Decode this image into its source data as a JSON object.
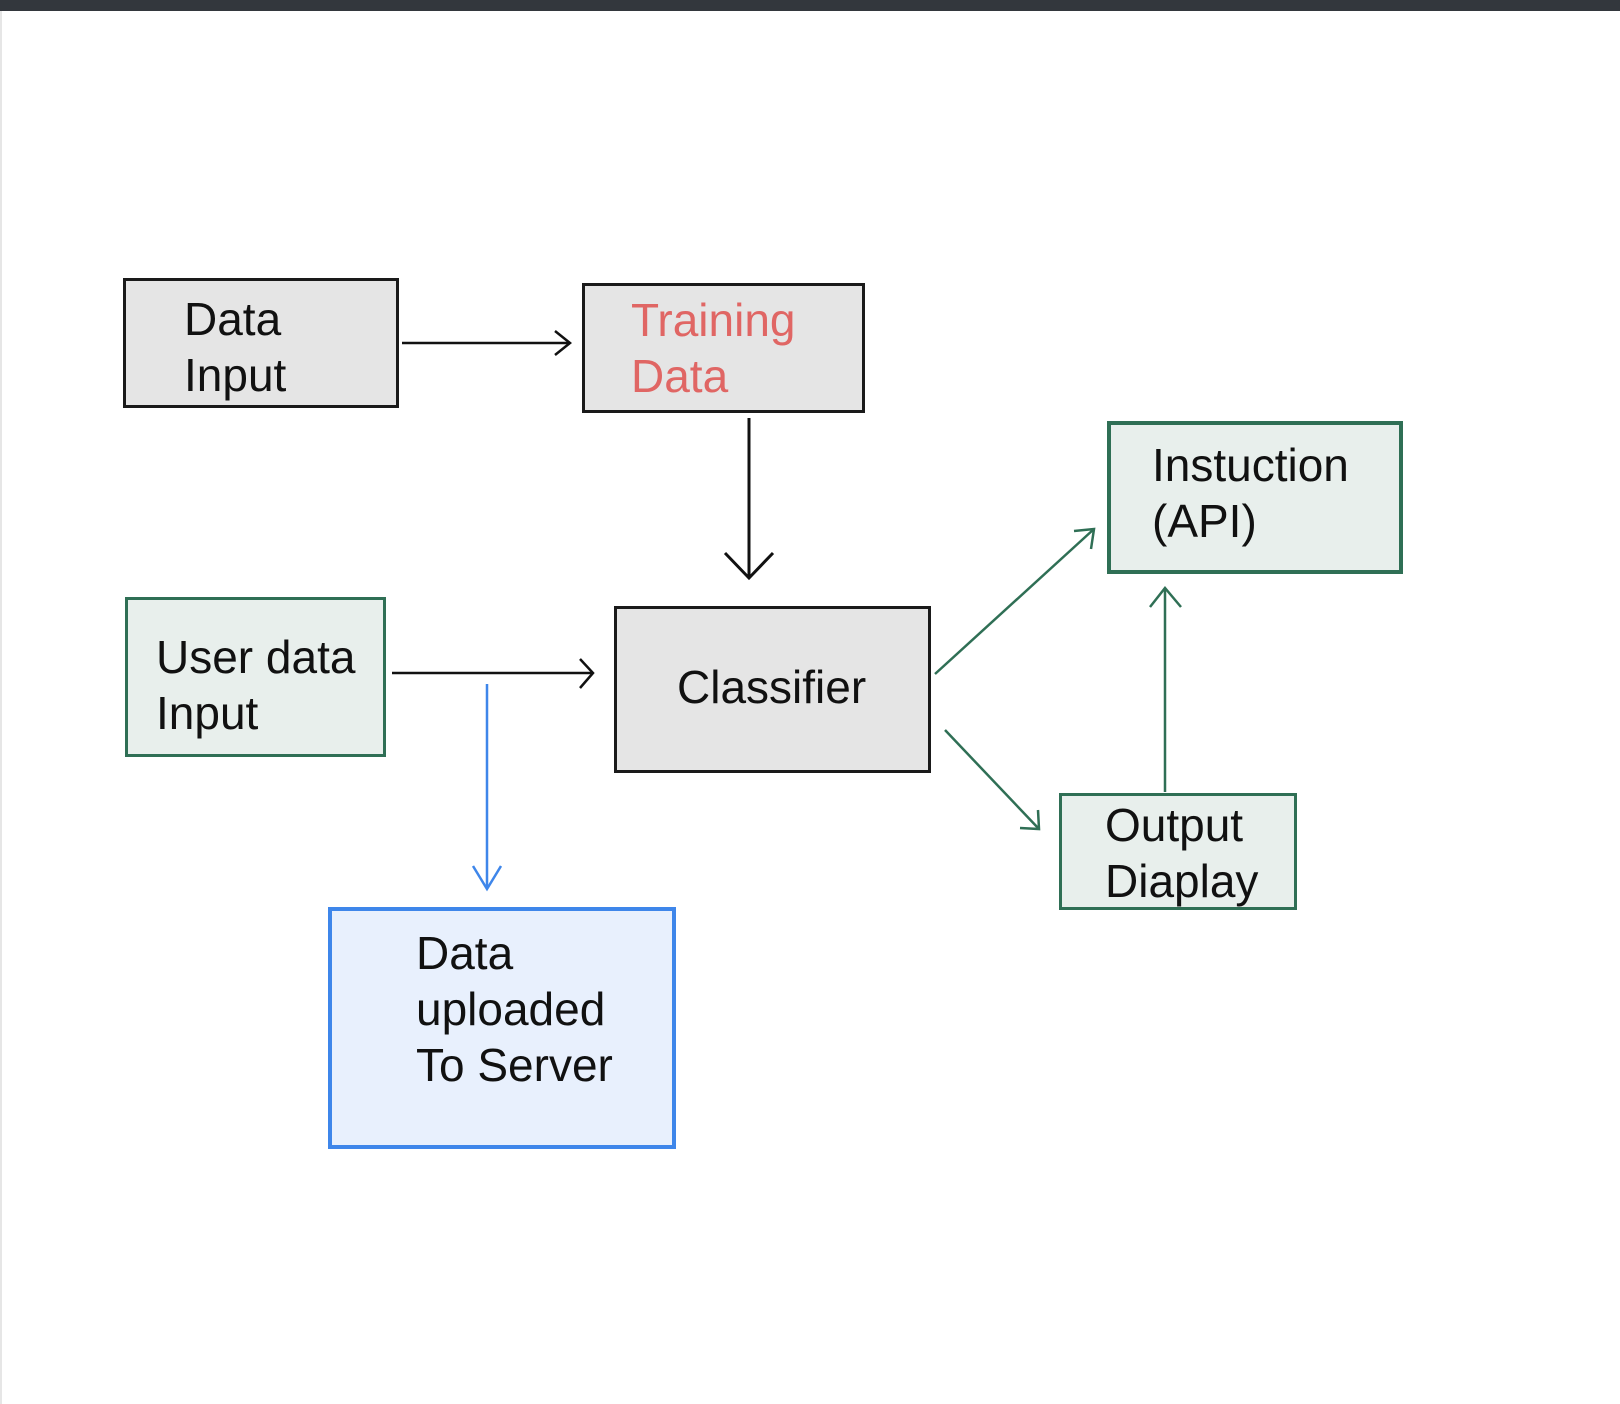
{
  "diagram": {
    "nodes": {
      "data_input": "Data\nInput",
      "training_data": "Training\nData",
      "instruction_api": "Instuction\n(API)",
      "user_data_input": "User data\nInput",
      "classifier": "Classifier",
      "output_display": "Output\nDiaplay",
      "data_uploaded": "Data\nuploaded\nTo Server"
    },
    "edges": [
      {
        "from": "data_input",
        "to": "training_data"
      },
      {
        "from": "training_data",
        "to": "classifier"
      },
      {
        "from": "user_data_input",
        "to": "classifier"
      },
      {
        "from": "user_data_input",
        "to": "data_uploaded"
      },
      {
        "from": "classifier",
        "to": "instruction_api"
      },
      {
        "from": "classifier",
        "to": "output_display"
      },
      {
        "from": "output_display",
        "to": "instruction_api"
      }
    ],
    "colors": {
      "gray_fill": "#e5e5e5",
      "green_fill": "#e8efec",
      "green_stroke": "#2f6f55",
      "blue_fill": "#e8f0fd",
      "blue_stroke": "#3e86ea",
      "red_text": "#e06664"
    }
  }
}
